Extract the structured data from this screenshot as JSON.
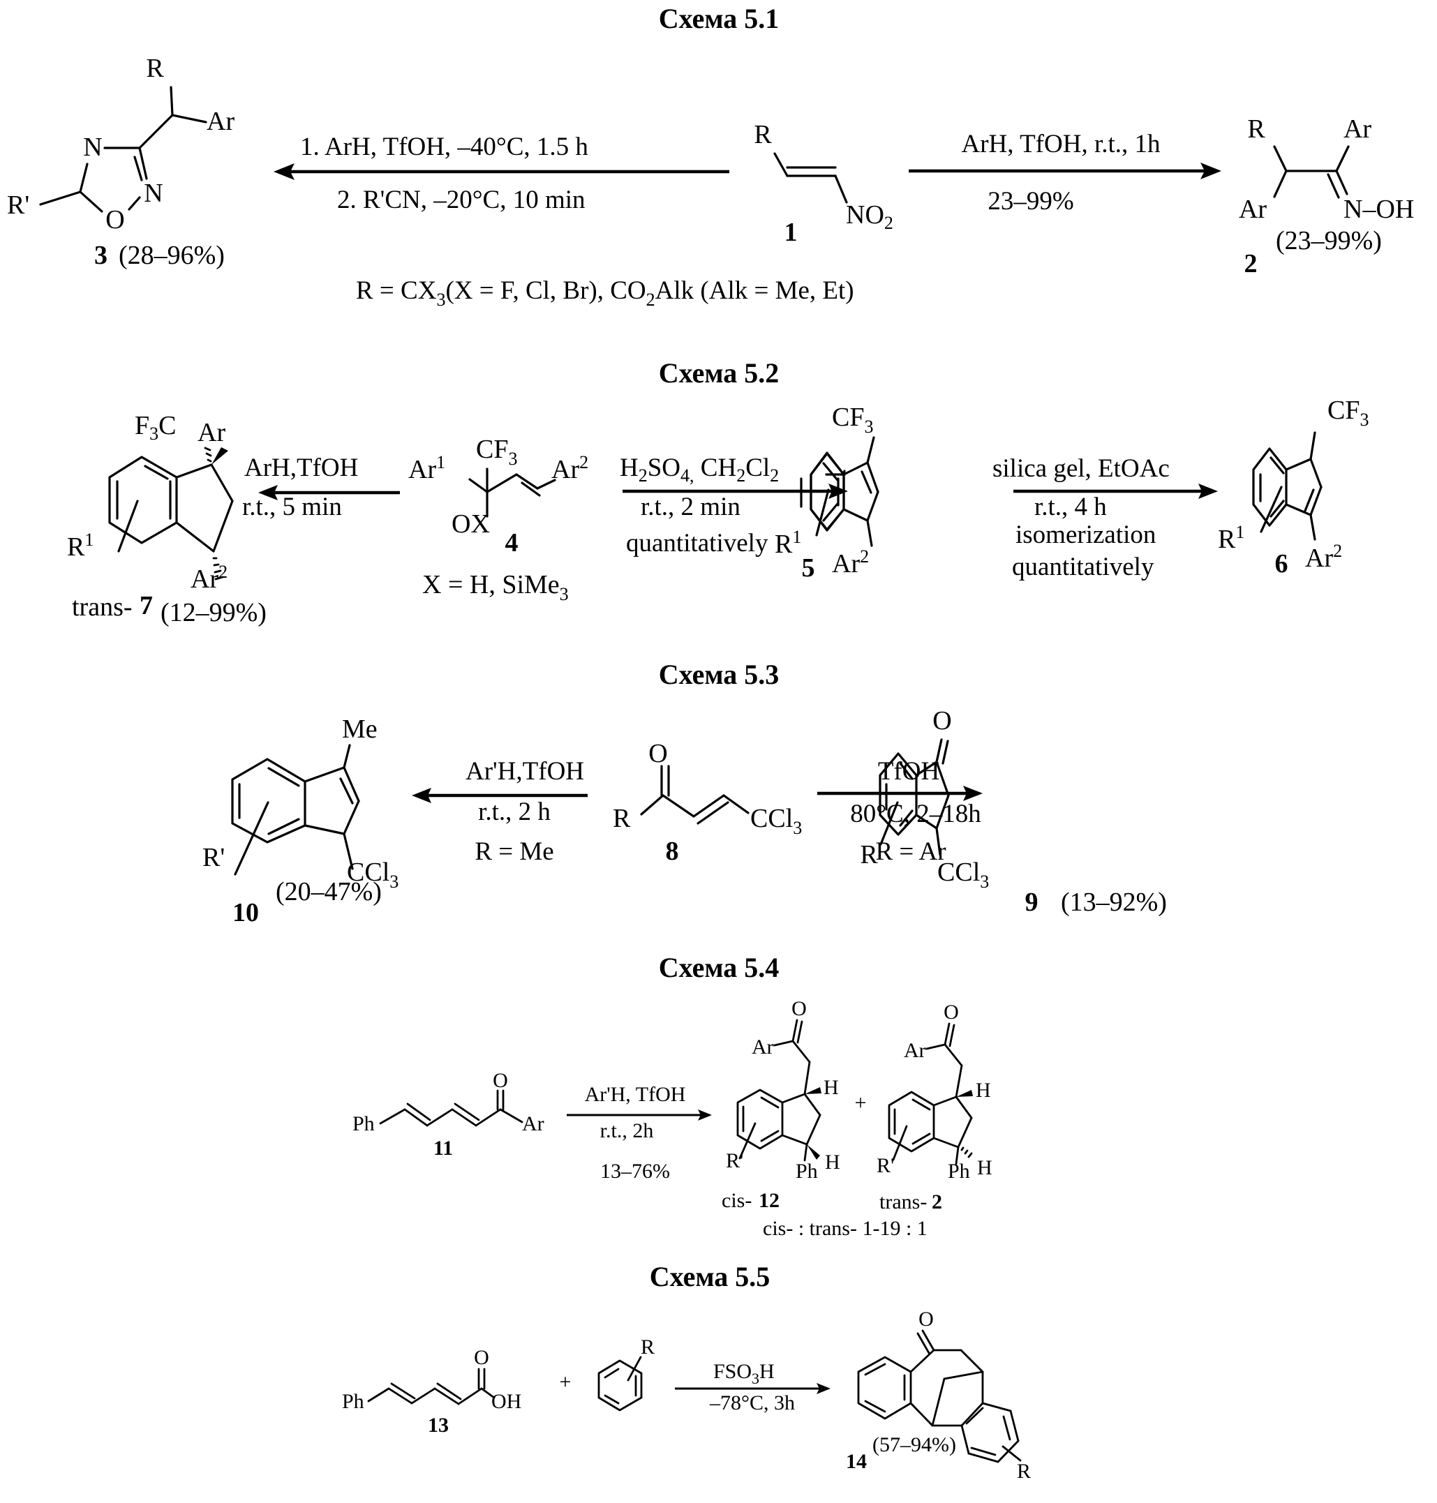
{
  "schemes": [
    {
      "title": "Схема 5.1",
      "reactant": {
        "number": "1",
        "R": "R",
        "NO2": "NO",
        "NO2_sub": "2"
      },
      "left_arrow": {
        "line1": "1.  ArH,  TfOH, –40°C,  1.5  h",
        "line2": "2.  R'CN, –20°C,  10  min"
      },
      "right_arrow": {
        "line1": "ArH,  TfOH,  r.t.,  1h",
        "line2": "23–99%"
      },
      "product_left": {
        "number": "3",
        "yield": "(28–96%)",
        "R": "R",
        "Ar": "Ar",
        "N1": "N",
        "N2": "N",
        "O": "O",
        "Rp": "R'"
      },
      "product_right": {
        "number": "2",
        "yield": "(23–99%)",
        "R": "R",
        "Ar1": "Ar",
        "Ar2": "Ar",
        "NOH": "N–OH"
      },
      "footnote": {
        "a": "R  = CX",
        "a_sub": "3",
        "b": "(X = F,  Cl, Br),  CO",
        "b_sub": "2",
        "c": "Alk  (Alk = Me,  Et)"
      }
    },
    {
      "title": "Схема 5.2",
      "reactant": {
        "number": "4",
        "Ar1": "Ar",
        "Ar1_sup": "1",
        "CF3": "CF",
        "CF3_sub": "3",
        "Ar2": "Ar",
        "Ar2_sup": "2",
        "OX": "OX",
        "note": "X = H, SiMe",
        "note_sub": "3"
      },
      "left_arrow": {
        "line1": "ArH,TfOH",
        "line2": "r.t., 5 min"
      },
      "right_arrow": {
        "line1a": "H",
        "line1a_sub": "2",
        "line1b": "SO",
        "line1b_sub": "4,",
        "line1c": " CH",
        "line1c_sub": "2",
        "line1d": "Cl",
        "line1d_sub": "2",
        "line2": "r.t., 2 min",
        "line3": "quantitatively"
      },
      "second_arrow": {
        "line1": "silica gel,  EtOAc",
        "line2": "r.t., 4 h",
        "line3": "isomerization",
        "line4": "quantitatively"
      },
      "product_left": {
        "prefix": "trans-",
        "number": "7",
        "yield": "(12–99%)",
        "F3C": "F",
        "F3C_sub": "3",
        "F3C_tail": "C",
        "Ar": "Ar",
        "Ar2": "Ar",
        "Ar2_sup": "2",
        "R1": "R",
        "R1_sup": "1"
      },
      "product_mid": {
        "number": "5",
        "CF3": "CF",
        "CF3_sub": "3",
        "Ar2": "Ar",
        "Ar2_sup": "2",
        "R1": "R",
        "R1_sup": "1"
      },
      "product_right": {
        "number": "6",
        "CF3": "CF",
        "CF3_sub": "3",
        "Ar2": "Ar",
        "Ar2_sup": "2",
        "R1": "R",
        "R1_sup": "1"
      }
    },
    {
      "title": "Схема 5.3",
      "reactant": {
        "number": "8",
        "O": "O",
        "R": "R",
        "CCl3": "CCl",
        "CCl3_sub": "3"
      },
      "left_arrow": {
        "line1": "Ar'H,TfOH",
        "line2": "r.t., 2 h",
        "line3": "R = Me"
      },
      "right_arrow": {
        "line1": "TfOH",
        "line2": "80°C,  2–18h",
        "line3": "R = Ar"
      },
      "product_left": {
        "number": "10",
        "yield": "(20–47%)",
        "Me": "Me",
        "Rp": "R'",
        "CCl3": "CCl",
        "CCl3_sub": "3"
      },
      "product_right": {
        "number": "9",
        "yield": "(13–92%)",
        "O": "O",
        "R": "R",
        "CCl3": "CCl",
        "CCl3_sub": "3"
      }
    },
    {
      "title": "Схема 5.4",
      "reactant": {
        "number": "11",
        "Ph": "Ph",
        "O": "O",
        "Ar": "Ar"
      },
      "arrow": {
        "line1": "Ar'H, TfOH",
        "line2": "r.t.,  2h",
        "line3": "13–76%"
      },
      "plus": "+",
      "product_cis": {
        "prefix": "cis-",
        "number": "12",
        "O": "O",
        "Ar": "Ar",
        "H1": "H",
        "H2": "H",
        "Ph": "Ph",
        "Rp": "R'"
      },
      "product_trans": {
        "prefix": "trans-",
        "number": "2",
        "O": "O",
        "Ar": "Ar",
        "H1": "H",
        "H2": "H",
        "Ph": "Ph",
        "Rp": "R'"
      },
      "ratio": "cis- : trans-    1-19  : 1"
    },
    {
      "title": "Схема 5.5",
      "reactant": {
        "number": "13",
        "Ph": "Ph",
        "O": "O",
        "OH": "OH"
      },
      "plus": "+",
      "arene": {
        "R": "R"
      },
      "arrow": {
        "line1a": "FSO",
        "line1a_sub": "3",
        "line1b": "H",
        "line2": "–78°C,  3h"
      },
      "product": {
        "number": "14",
        "yield": "(57–94%)",
        "O": "O",
        "R": "R"
      }
    }
  ]
}
